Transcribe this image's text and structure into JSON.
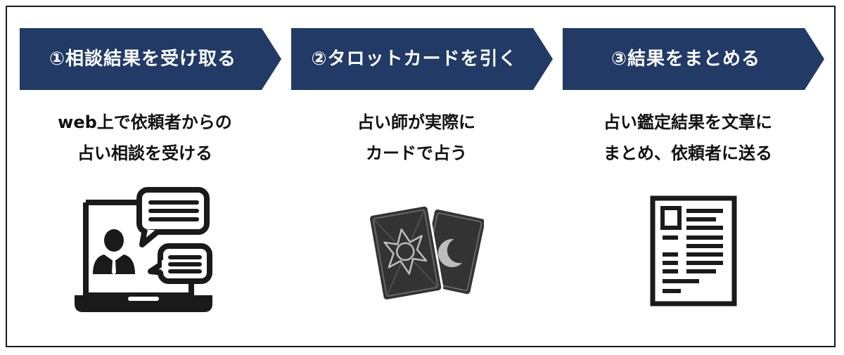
{
  "steps": [
    {
      "label": "①相談結果を受け取る",
      "desc_line1": "web上で依頼者からの",
      "desc_line2": "占い相談を受ける",
      "icon": "consultation-laptop-icon"
    },
    {
      "label": "②タロットカードを引く",
      "desc_line1": "占い師が実際に",
      "desc_line2": "カードで占う",
      "icon": "tarot-cards-icon"
    },
    {
      "label": "③結果をまとめる",
      "desc_line1": "占い鑑定結果を文章に",
      "desc_line2": "まとめ、依頼者に送る",
      "icon": "document-icon"
    }
  ],
  "colors": {
    "banner": "#213a66",
    "banner_text": "#ffffff",
    "body_text": "#111111",
    "icon": "#1a1a1a",
    "border": "#1a1a1a"
  }
}
